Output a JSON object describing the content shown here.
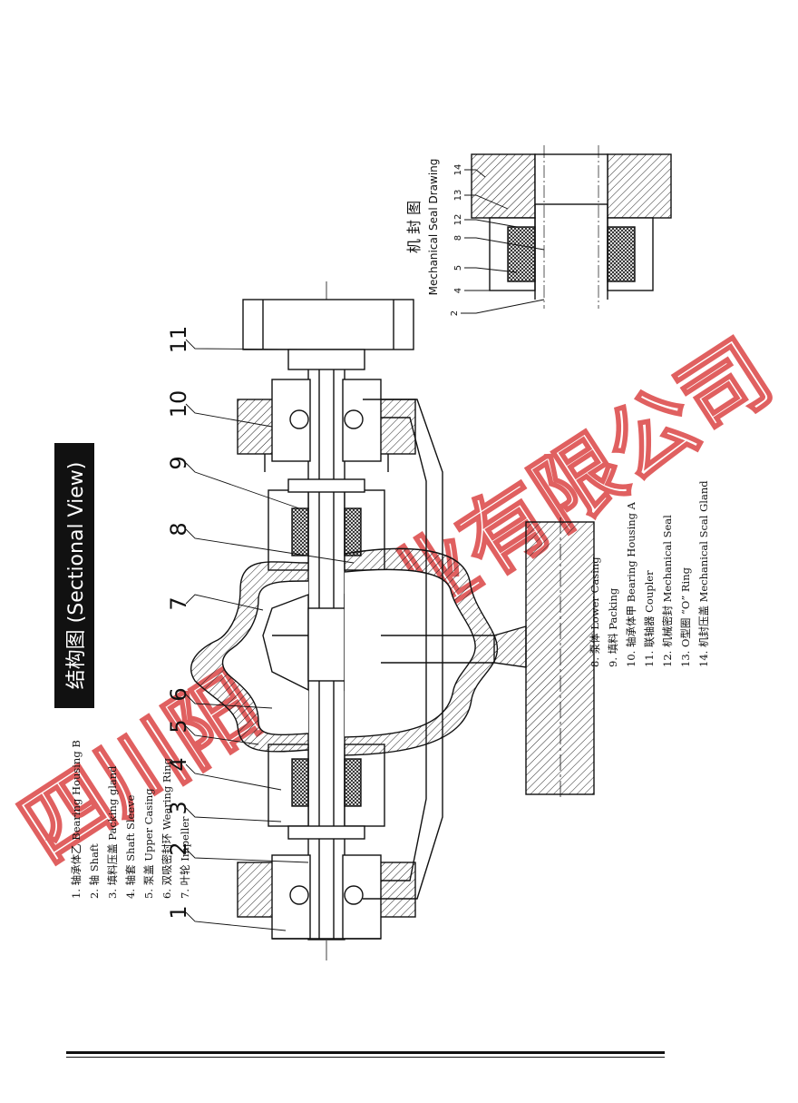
{
  "title": "结构图 (Sectional View)",
  "seal_title": "机 封 图",
  "seal_subtitle": "Mechanical Seal Drawing",
  "watermark": "四川阳光泵业有限公司",
  "callouts": [
    "1",
    "2",
    "3",
    "4",
    "5",
    "6",
    "7",
    "8",
    "9",
    "10",
    "11"
  ],
  "seal_callouts": [
    "2",
    "4",
    "5",
    "8",
    "12",
    "13",
    "14"
  ],
  "legend_left": [
    "1.  轴承体乙  Bearing  Housing B",
    "2.  轴  Shaft",
    "3.  填料压盖 Packing gland",
    "4.  轴套  Shaft Sleeve",
    "5.  泵盖 Upper Casing",
    "6.  双吸密封环 Wearing Ring",
    "7.  叶轮  Impeller"
  ],
  "legend_right": [
    "8.  泵体  Lower  Casing",
    "9.  填料  Packing",
    "10.  轴承体甲 Bearing  Housing A",
    "11.  联轴器 Coupler",
    "12.  机械密封  Mechanical  Seal",
    "13.  O型圈  “O”  Ring",
    "14.  机封压盖 Mechanical  Scal Gland"
  ]
}
